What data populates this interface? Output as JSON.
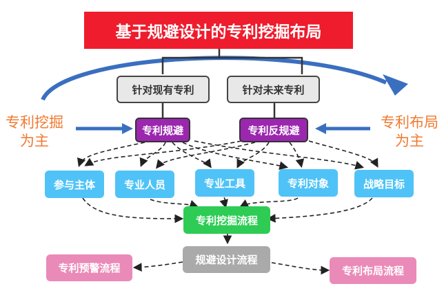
{
  "title": "基于规避设计的专利挖掘布局",
  "left_label": {
    "line1": "专利挖掘",
    "line2": "为主"
  },
  "right_label": {
    "line1": "专利布局",
    "line2": "为主"
  },
  "branches": {
    "existing": "针对现有专利",
    "future": "针对未来专利"
  },
  "strategies": {
    "avoid": "专利规避",
    "counter": "专利反规避"
  },
  "elements": [
    "参与主体",
    "专业人员",
    "专业工具",
    "专利对象",
    "战略目标"
  ],
  "process": {
    "mining": "专利挖掘流程",
    "design": "规避设计流程",
    "warning": "专利预警流程",
    "layout": "专利布局流程"
  },
  "colors": {
    "title": "#ee1c2d",
    "purple": "#9b27af",
    "blue": "#4fc3f7",
    "green": "#2ecc55",
    "gray": "#aaaaaa",
    "pink": "#ea8ab8",
    "orange_text": "#f07a30",
    "arrow_blue": "#3a6fc0"
  }
}
